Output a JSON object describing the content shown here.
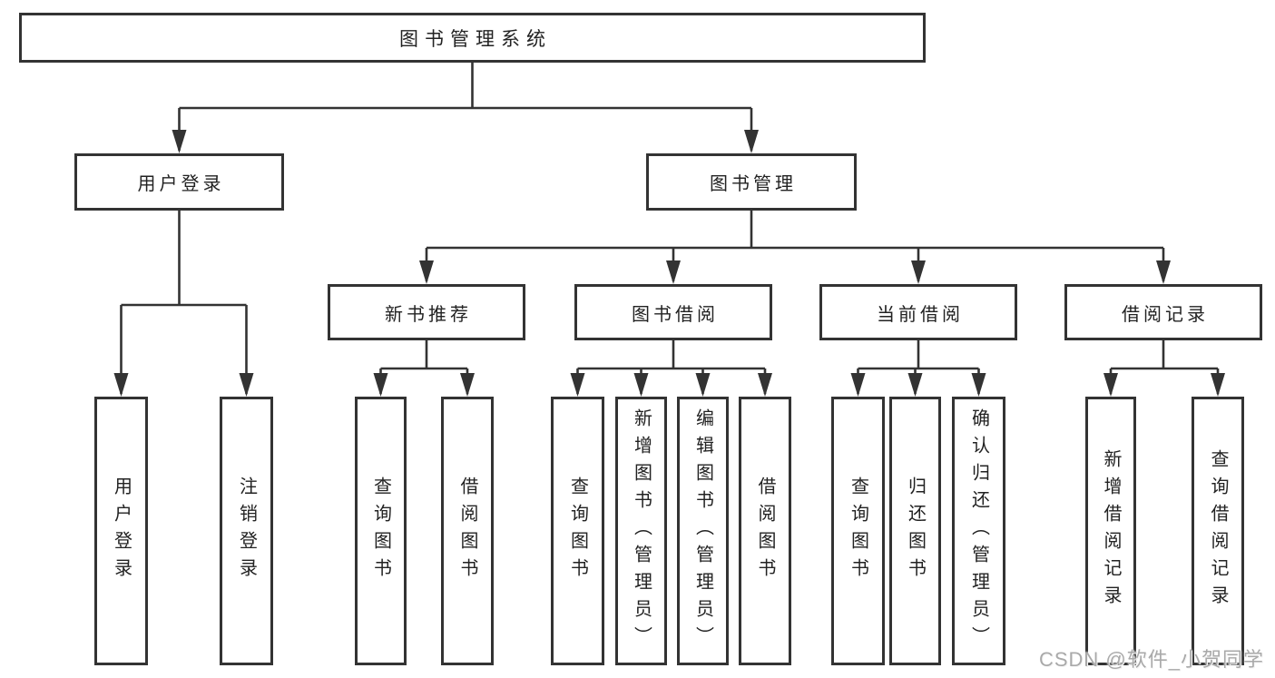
{
  "diagram_type": "hierarchy-tree",
  "colors": {
    "line": "#333333",
    "text": "#222222",
    "watermark": "#a9a9a9",
    "background": "#ffffff"
  },
  "watermark": "CSDN @软件_小贺同学",
  "tree": {
    "root": "图书管理系统",
    "children": [
      {
        "label": "用户登录",
        "children": [
          {
            "label": "用户登录"
          },
          {
            "label": "注销登录"
          }
        ]
      },
      {
        "label": "图书管理",
        "children": [
          {
            "label": "新书推荐",
            "children": [
              {
                "label": "查询图书"
              },
              {
                "label": "借阅图书"
              }
            ]
          },
          {
            "label": "图书借阅",
            "children": [
              {
                "label": "查询图书"
              },
              {
                "label": "新增图书（管理员）"
              },
              {
                "label": "编辑图书（管理员）"
              },
              {
                "label": "借阅图书"
              }
            ]
          },
          {
            "label": "当前借阅",
            "children": [
              {
                "label": "查询图书"
              },
              {
                "label": "归还图书"
              },
              {
                "label": "确认归还（管理员）"
              }
            ]
          },
          {
            "label": "借阅记录",
            "children": [
              {
                "label": "新增借阅记录"
              },
              {
                "label": "查询借阅记录"
              }
            ]
          }
        ]
      }
    ]
  }
}
